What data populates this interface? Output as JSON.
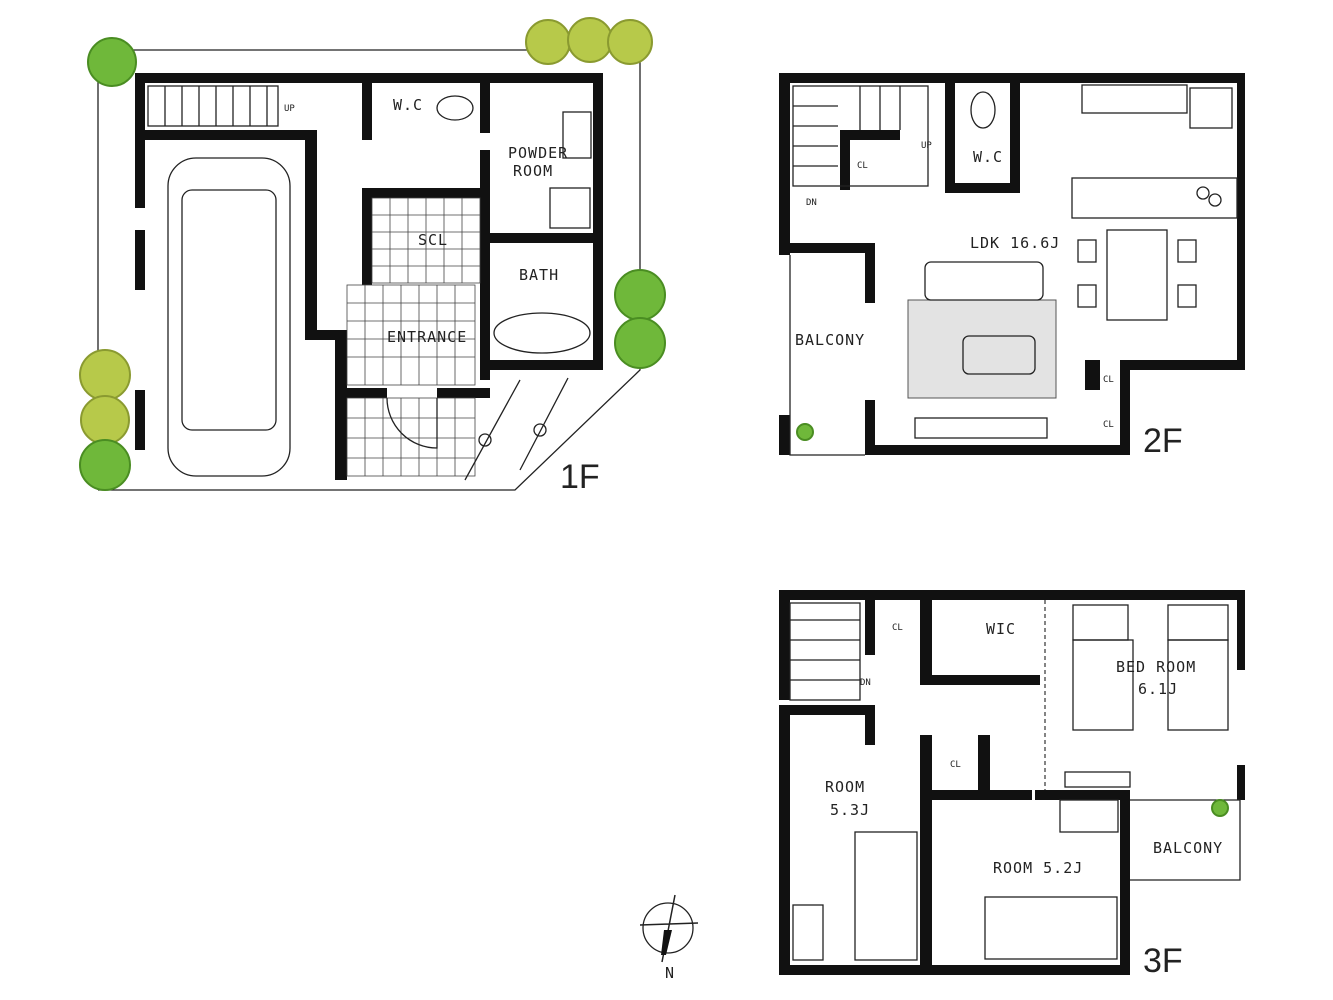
{
  "floors": [
    {
      "name": "1F",
      "rooms": {
        "wc": "W.C",
        "powder": "POWDER",
        "powder2": "ROOM",
        "scl": "SCL",
        "bath": "BATH",
        "entrance": "ENTRANCE",
        "up": "UP"
      }
    },
    {
      "name": "2F",
      "rooms": {
        "ldk": "LDK 16.6J",
        "balcony": "BALCONY",
        "wc": "W.C",
        "cl1": "CL",
        "cl2": "CL",
        "cl3": "CL",
        "up": "UP",
        "dn": "DN"
      }
    },
    {
      "name": "3F",
      "rooms": {
        "cl1": "CL",
        "wic": "WIC",
        "bed": "BED ROOM",
        "bed_size": "6.1J",
        "dn": "DN",
        "room1": "ROOM",
        "room1_size": "5.3J",
        "cl2": "CL",
        "room2": "ROOM 5.2J",
        "balcony": "BALCONY"
      }
    }
  ],
  "compass": {
    "label": "N"
  },
  "colors": {
    "wall": "#111111",
    "tree": "#6fb83a",
    "tree_alt": "#b7c94a"
  }
}
